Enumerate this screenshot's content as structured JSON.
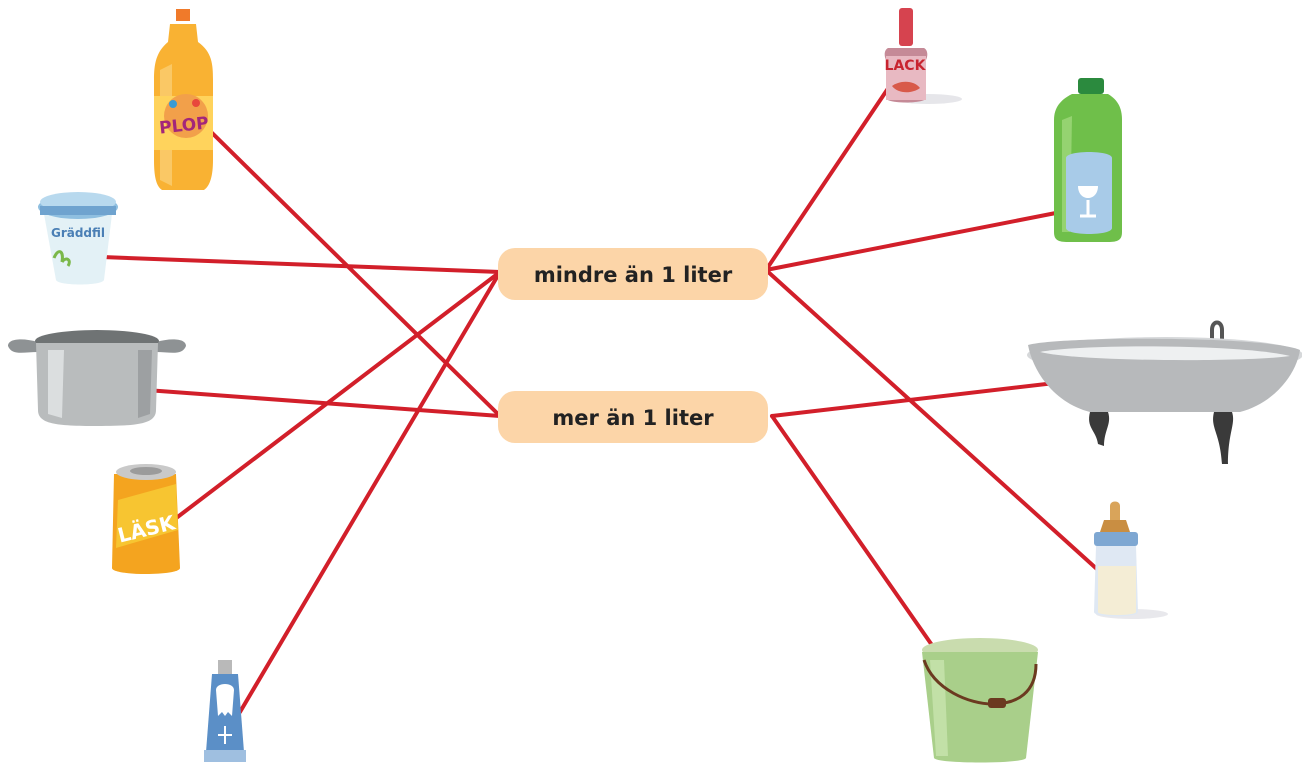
{
  "categories": {
    "less": {
      "label": "mindre än 1 liter"
    },
    "more": {
      "label": "mer än 1 liter"
    }
  },
  "items": [
    {
      "name": "soda-bottle",
      "product_text": "PLOP",
      "category": "more"
    },
    {
      "name": "sour-cream-cup",
      "product_text": "Gräddfil",
      "category": "less"
    },
    {
      "name": "cooking-pot",
      "product_text": "",
      "category": "more"
    },
    {
      "name": "soda-can",
      "product_text": "LÄSK",
      "category": "less"
    },
    {
      "name": "toothpaste-tube",
      "product_text": "",
      "category": "less"
    },
    {
      "name": "nail-polish",
      "product_text": "LACK",
      "category": "less"
    },
    {
      "name": "dish-soap",
      "product_text": "",
      "category": "less"
    },
    {
      "name": "bathtub",
      "product_text": "",
      "category": "more"
    },
    {
      "name": "baby-bottle",
      "product_text": "",
      "category": "less"
    },
    {
      "name": "bucket",
      "product_text": "",
      "category": "more"
    }
  ],
  "colors": {
    "connector": "#d21f2a",
    "label_fill": "#fcd5a8"
  }
}
